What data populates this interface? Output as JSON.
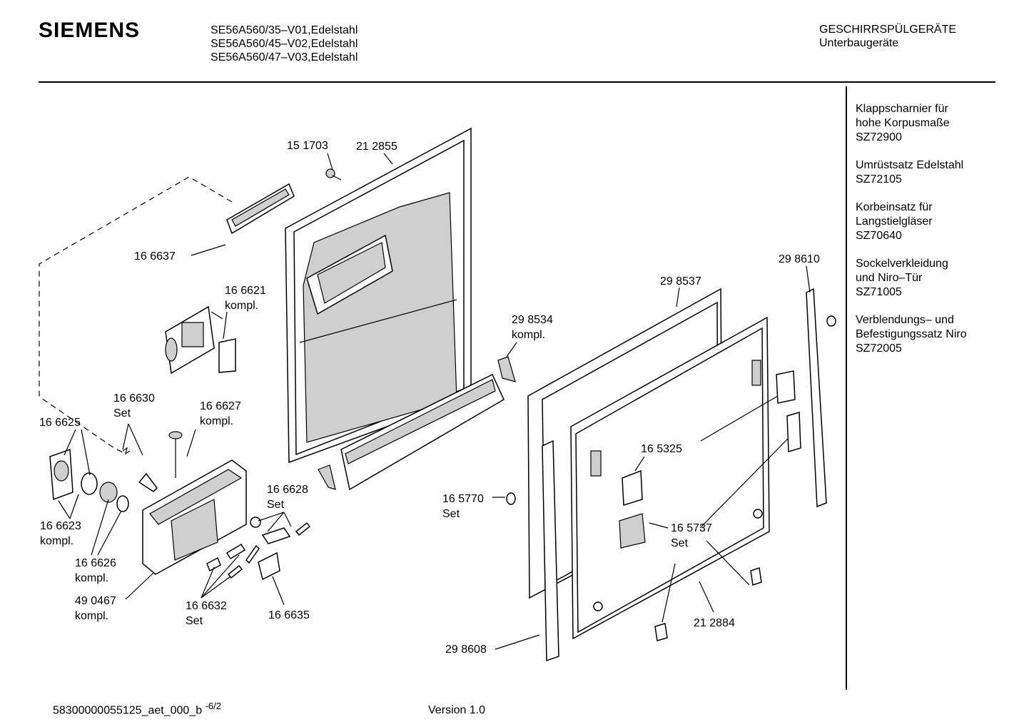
{
  "header": {
    "brand": "SIEMENS",
    "models": [
      "SE56A560/35–V01,Edelstahl",
      "SE56A560/45–V02,Edelstahl",
      "SE56A560/47–V03,Edelstahl"
    ],
    "category": "GESCHIRRSPÜLGERÄTE",
    "subcategory": "Unterbaugeräte"
  },
  "accessories": [
    {
      "lines": [
        "Klappscharnier für",
        "hohe Korpusmaße",
        "SZ72900"
      ]
    },
    {
      "lines": [
        "Umrüstsatz Edelstahl",
        "SZ72105"
      ]
    },
    {
      "lines": [
        "Korbeinsatz für",
        "Langstielgläser",
        "SZ70640"
      ]
    },
    {
      "lines": [
        "Sockelverkleidung",
        "und Niro–Tür",
        "SZ71005"
      ]
    },
    {
      "lines": [
        "Verblendungs– und",
        "Befestigungssatz Niro",
        "SZ72005"
      ]
    }
  ],
  "part_labels": {
    "p151703": "15 1703",
    "p212855": "21 2855",
    "p166637": "16 6637",
    "p166621": "16 6621",
    "p166621_note": "kompl.",
    "p298537": "29 8537",
    "p298610": "29 8610",
    "p298534": "29 8534",
    "p298534_note": "kompl.",
    "p166630": "16 6630",
    "p166630_note": "Set",
    "p166627": "16 6627",
    "p166627_note": "kompl.",
    "p166625": "16 6625",
    "p165325": "16 5325",
    "p166628": "16 6628",
    "p166628_note": "Set",
    "p165770": "16 5770",
    "p165770_note": "Set",
    "p166623": "16 6623",
    "p166623_note": "kompl.",
    "p165737": "16 5737",
    "p165737_note": "Set",
    "p166626": "16 6626",
    "p166626_note": "kompl.",
    "p490467": "49 0467",
    "p490467_note": "kompl.",
    "p166632": "16 6632",
    "p166632_note": "Set",
    "p166635": "16 6635",
    "p212884": "21 2884",
    "p298608": "29 8608"
  },
  "footer": {
    "doc_id": "58300000055125_aet_000_b",
    "page": "-6/2",
    "version": "Version 1.0"
  }
}
